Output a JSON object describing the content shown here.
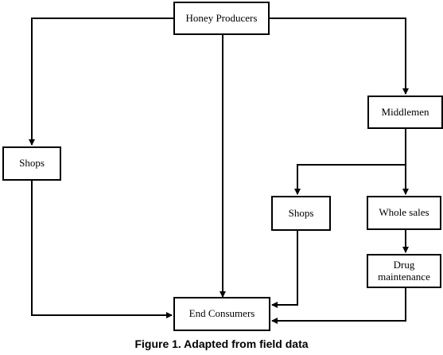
{
  "nodes": {
    "honey_producers": "Honey  Producers",
    "middlemen": "Middlemen",
    "shops_left": "Shops",
    "shops_right": "Shops",
    "whole_sales": "Whole sales",
    "drug_maintenance": "Drug maintenance",
    "end_consumers": "End Consumers"
  },
  "caption": "Figure 1. Adapted from field data",
  "colors": {
    "stroke": "#000000",
    "background": "#ffffff"
  }
}
